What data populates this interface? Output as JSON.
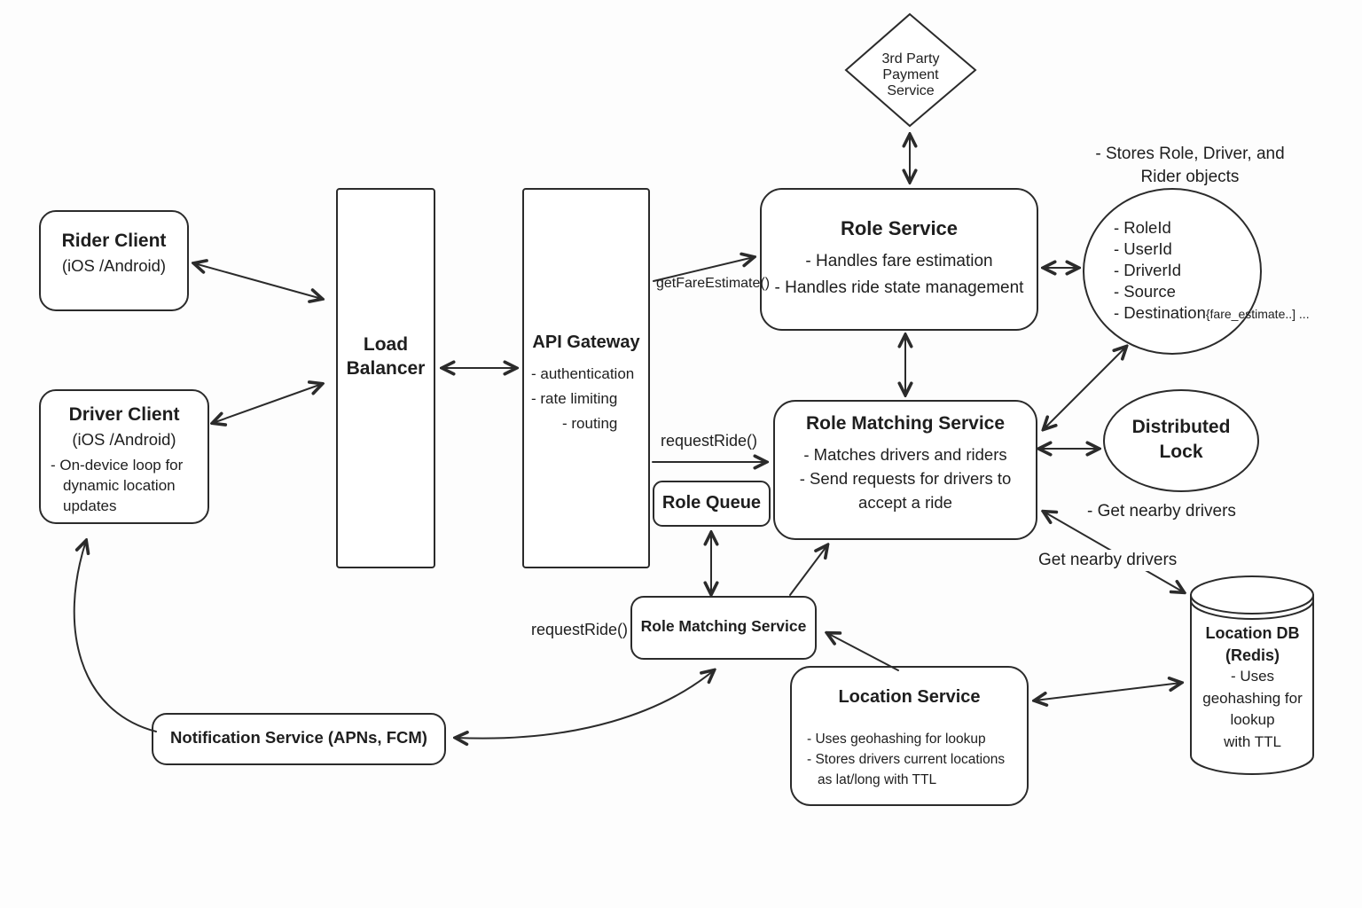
{
  "nodes": {
    "payment_service": {
      "lines": [
        "3rd Party",
        "Payment",
        "Service"
      ]
    },
    "rider_client": {
      "title": "Rider Client",
      "subtitle": "(iOS /Android)"
    },
    "driver_client": {
      "title": "Driver Client",
      "subtitle": "(iOS /Android)",
      "bullet": "- On-device loop for dynamic location updates"
    },
    "load_balancer": {
      "line1": "Load",
      "line2": "Balancer"
    },
    "api_gateway": {
      "title": "API Gateway",
      "bullets": [
        "- authentication",
        "- rate limiting",
        "- routing"
      ]
    },
    "role_service": {
      "title": "Role Service",
      "bullets": [
        "- Handles fare estimation",
        "- Handles ride state management"
      ]
    },
    "role_store": {
      "note_line1": "- Stores Role, Driver, and",
      "note_line2": "Rider objects",
      "fields": [
        "- RoleId",
        "- UserId",
        "- DriverId",
        "- Source"
      ],
      "destination_field": "- Destination",
      "destination_suffix": "{fare_estimate..] ..."
    },
    "role_matching_service": {
      "title": "Role Matching Service",
      "bullets": [
        "- Matches drivers and riders",
        "- Send requests for drivers to",
        "accept a ride"
      ]
    },
    "distributed_lock": {
      "line1": "Distributed",
      "line2": "Lock"
    },
    "role_queue": {
      "title": "Role Queue"
    },
    "role_matching_worker": {
      "title": "Role Matching Service"
    },
    "location_service": {
      "title": "Location Service",
      "bullets": [
        "- Uses geohashing for lookup",
        "- Stores drivers current locations",
        "as lat/long with TTL"
      ]
    },
    "location_db": {
      "lines": [
        "Location DB",
        "(Redis)",
        "- Uses",
        "geohashing for",
        "lookup",
        "with TTL"
      ]
    },
    "notification_service": {
      "title": "Notification Service (APNs, FCM)"
    }
  },
  "labels": {
    "get_fare_estimate": "getFareEstimate()",
    "request_ride_api": "requestRide()",
    "request_ride_worker": "requestRide()",
    "get_nearby_note": "- Get nearby drivers",
    "get_nearby_arrow": "Get nearby drivers"
  },
  "colors": {
    "ink": "#2b2b2b",
    "paper": "#fdfdfd"
  }
}
